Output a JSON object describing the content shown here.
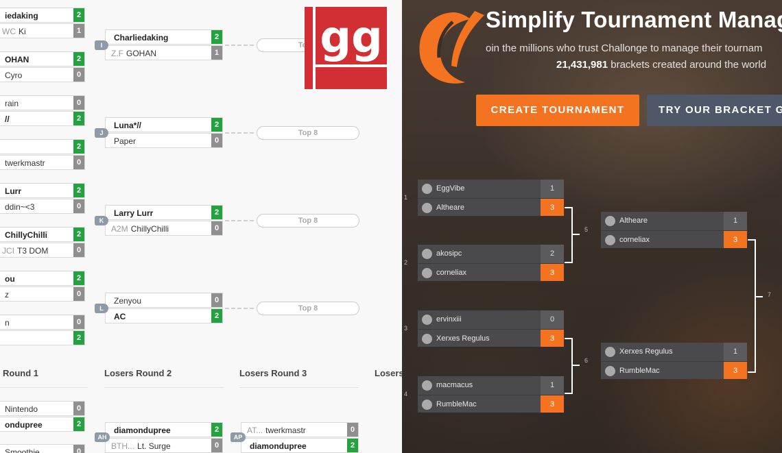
{
  "left_bracket": {
    "col1": [
      {
        "rows": [
          {
            "name": "iedaking",
            "score": "2",
            "win": true,
            "pre": ""
          },
          {
            "name": "Ki",
            "score": "1",
            "win": false,
            "pre": "WC"
          }
        ]
      },
      {
        "rows": [
          {
            "name": "OHAN",
            "score": "2",
            "win": true,
            "pre": ""
          },
          {
            "name": "Cyro",
            "score": "0",
            "win": false,
            "pre": ""
          }
        ]
      },
      {
        "rows": [
          {
            "name": "rain",
            "score": "0",
            "win": false,
            "pre": ""
          },
          {
            "name": "//",
            "score": "2",
            "win": true,
            "pre": ""
          }
        ]
      },
      {
        "rows": [
          {
            "name": "",
            "score": "2",
            "win": true,
            "pre": ""
          },
          {
            "name": "twerkmastr",
            "score": "0",
            "win": false,
            "pre": ""
          }
        ]
      },
      {
        "rows": [
          {
            "name": "Lurr",
            "score": "2",
            "win": true,
            "pre": ""
          },
          {
            "name": "ddin~<3",
            "score": "0",
            "win": false,
            "pre": ""
          }
        ]
      },
      {
        "rows": [
          {
            "name": "ChillyChilli",
            "score": "2",
            "win": true,
            "pre": ""
          },
          {
            "name": "T3 DOM",
            "score": "0",
            "win": false,
            "pre": "JCI"
          }
        ]
      },
      {
        "rows": [
          {
            "name": "ou",
            "score": "2",
            "win": true,
            "pre": ""
          },
          {
            "name": "z",
            "score": "0",
            "win": false,
            "pre": ""
          }
        ]
      },
      {
        "rows": [
          {
            "name": "n",
            "score": "0",
            "win": false,
            "pre": ""
          },
          {
            "name": "",
            "score": "2",
            "win": true,
            "pre": ""
          }
        ]
      }
    ],
    "col2": [
      {
        "label": "I",
        "top": "Top 8",
        "rows": [
          {
            "name": "Charliedaking",
            "score": "2",
            "win": true,
            "pre": ""
          },
          {
            "name": "GOHAN",
            "score": "1",
            "win": false,
            "pre": "Z.F"
          }
        ]
      },
      {
        "label": "J",
        "top": "Top 8",
        "rows": [
          {
            "name": "Luna*//",
            "score": "2",
            "win": true,
            "pre": ""
          },
          {
            "name": "Paper",
            "score": "0",
            "win": false,
            "pre": ""
          }
        ]
      },
      {
        "label": "K",
        "top": "Top 8",
        "rows": [
          {
            "name": "Larry Lurr",
            "score": "2",
            "win": true,
            "pre": ""
          },
          {
            "name": "ChillyChilli",
            "score": "0",
            "win": false,
            "pre": "A2M"
          }
        ]
      },
      {
        "label": "L",
        "top": "Top 8",
        "rows": [
          {
            "name": "Zenyou",
            "score": "0",
            "win": false,
            "pre": ""
          },
          {
            "name": "AC",
            "score": "2",
            "win": true,
            "pre": ""
          }
        ]
      }
    ],
    "round_headers": [
      "Round 1",
      "Losers Round 2",
      "Losers Round 3",
      "Losers"
    ],
    "losers_col1": [
      {
        "rows": [
          {
            "name": "Nintendo",
            "score": "0",
            "win": false,
            "pre": ""
          },
          {
            "name": "ondupree",
            "score": "2",
            "win": true,
            "pre": ""
          }
        ]
      },
      {
        "rows": [
          {
            "name": "Smoothie",
            "score": "0",
            "win": false,
            "pre": ""
          }
        ]
      }
    ],
    "losers_col2": {
      "label": "AH",
      "rows": [
        {
          "name": "diamondupree",
          "score": "2",
          "win": true,
          "pre": ""
        },
        {
          "name": "Lt. Surge",
          "score": "0",
          "win": false,
          "pre": "BTH..."
        }
      ]
    },
    "losers_col3": {
      "label": "AP",
      "rows": [
        {
          "name": "twerkmastr",
          "score": "0",
          "win": false,
          "pre": "AT..."
        },
        {
          "name": "diamondupree",
          "score": "2",
          "win": true,
          "pre": ""
        }
      ]
    },
    "logo_text": "gg"
  },
  "promo": {
    "headline": "Simplify Tournament Manag",
    "sub1": "oin the millions who trust Challonge to manage their tournam",
    "sub2_count": "21,431,981",
    "sub2_rest": " brackets created around the world",
    "btn_create": "CREATE TOURNAMENT",
    "btn_try": "TRY OUR BRACKET G",
    "colors": {
      "accent": "#f37321",
      "secondary_button": "#4f5868"
    },
    "matches": [
      {
        "seed": "1",
        "p1": {
          "name": "EggVibe",
          "score": "1",
          "win": false
        },
        "p2": {
          "name": "Altheare",
          "score": "3",
          "win": true
        }
      },
      {
        "seed": "2",
        "p1": {
          "name": "akosipc",
          "score": "2",
          "win": false
        },
        "p2": {
          "name": "corneliax",
          "score": "3",
          "win": true
        }
      },
      {
        "seed": "3",
        "p1": {
          "name": "ervinxiii",
          "score": "0",
          "win": false
        },
        "p2": {
          "name": "Xerxes Regulus",
          "score": "3",
          "win": true
        }
      },
      {
        "seed": "4",
        "p1": {
          "name": "macmacus",
          "score": "1",
          "win": false
        },
        "p2": {
          "name": "RumbleMac",
          "score": "3",
          "win": true
        }
      },
      {
        "seed": "",
        "p1": {
          "name": "Altheare",
          "score": "1",
          "win": false
        },
        "p2": {
          "name": "corneliax",
          "score": "3",
          "win": true
        }
      },
      {
        "seed": "",
        "p1": {
          "name": "Xerxes Regulus",
          "score": "1",
          "win": false
        },
        "p2": {
          "name": "RumbleMac",
          "score": "3",
          "win": true
        }
      }
    ],
    "bracket_numbers": [
      "5",
      "6",
      "7"
    ]
  }
}
